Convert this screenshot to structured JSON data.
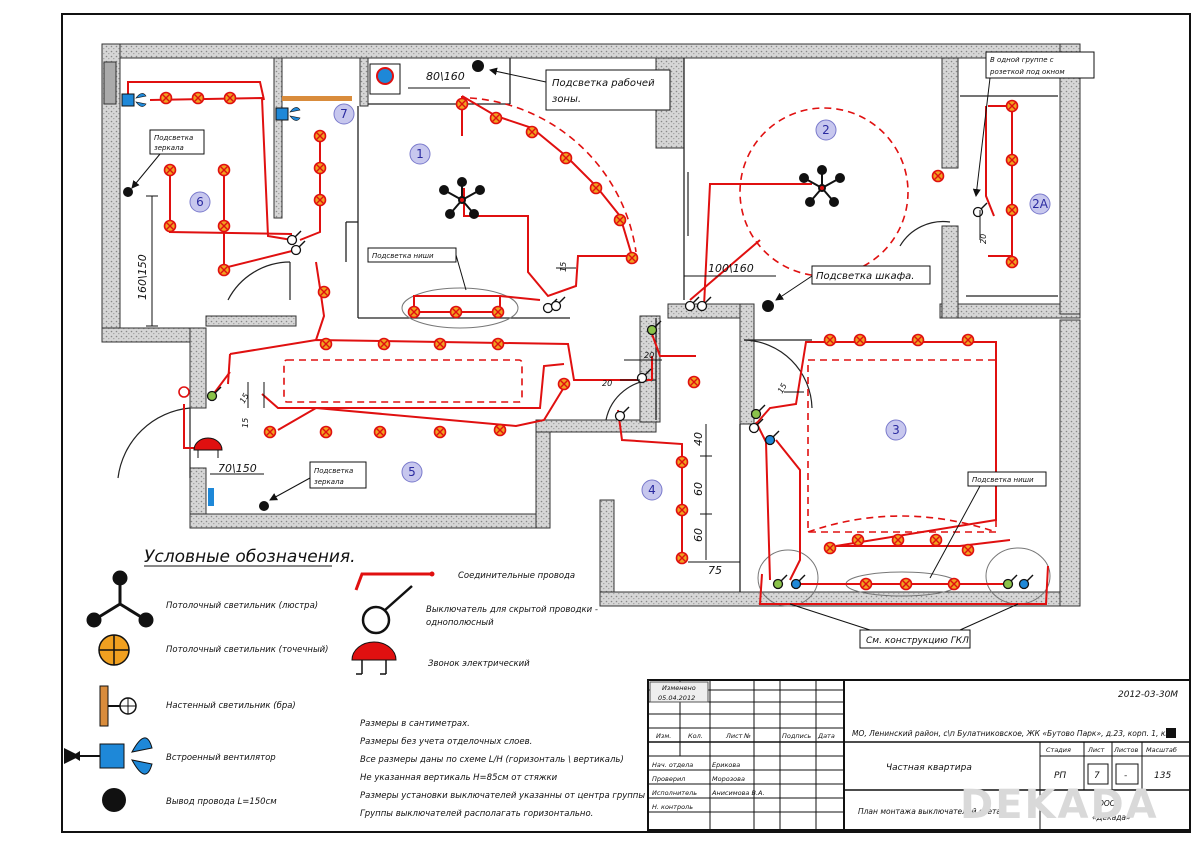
{
  "rooms": [
    "1",
    "2",
    "2А",
    "3",
    "4",
    "5",
    "6",
    "7"
  ],
  "callouts": {
    "work_zone": [
      "Подсветка рабочей",
      "зоны."
    ],
    "mirror_6": [
      "Подсветка",
      "зеркала"
    ],
    "niche_1": "Подсветка ниши",
    "wardrobe": "Подсветка шкафа.",
    "socket_group": [
      "В одной группе с",
      "розеткой под окном"
    ],
    "mirror_5": [
      "Подсветка",
      "зеркала"
    ],
    "niche_3": "Подсветка ниши",
    "gkl": "См. конструкцию ГКЛ"
  },
  "dimensions": {
    "d_80_160": "80\\160",
    "d_160_150": "160\\150",
    "d_100_160": "100\\160",
    "d_70_150": "70\\150",
    "d_15a": "15",
    "d_15b": "15",
    "d_15c": "15",
    "d_15d": "15",
    "d_20a": "20",
    "d_20b": "20",
    "d_20c": "20",
    "d_40": "40",
    "d_60a": "60",
    "d_60b": "60",
    "d_75": "75"
  },
  "legend": {
    "title": "Условные обозначения.",
    "items": {
      "chandelier": "Потолочный светильник (люстра)",
      "spot": "Потолочный светильник (точечный)",
      "sconce": "Настенный светильник (бра)",
      "fan": "Встроенный вентилятор",
      "wire_out": "Вывод провода L=150см",
      "wires": "Соединительные провода",
      "switch": [
        "Выключатель для скрытой проводки -",
        "однополюсный"
      ],
      "bell": "Звонок электрический"
    }
  },
  "notes": [
    "Размеры в сантиметрах.",
    "Размеры без учета отделочных слоев.",
    "Все размеры даны по схеме L/H (горизонталь \\ вертикаль)",
    "Не указанная вертикаль H=85см от стяжки",
    "Размеры установки выключателей указанны от центра группы",
    "Группы выключателей располагать горизонтально."
  ],
  "title_block": {
    "stamp_changed": "Изменено",
    "stamp_date": "05.04.2012",
    "doc_code": "2012-03-30М",
    "address": "МО, Ленинский район, с\\п Булатниковское, ЖК «Бутово Парк», д.23, корп. 1, кв.",
    "col_izm": "Изм.",
    "col_kol": "Кол.",
    "col_list": "Лист",
    "col_ndoc": "№",
    "col_podpis": "Подпись",
    "col_data": "Дата",
    "role_1": "Нач. отдела",
    "name_1": "Ерикова",
    "role_2": "Проверил",
    "name_2": "Морозова",
    "role_3": "Исполнитель",
    "name_3": "Анисимова В.А.",
    "role_4": "Н. контроль",
    "project": "Частная квартира",
    "sheet_title": "План монтажа выключателей света",
    "h_stage": "Стадия",
    "h_sheet": "Лист",
    "h_sheets": "Листов",
    "h_scale": "Масштаб",
    "stage": "РП",
    "sheet": "7",
    "sheets": "-",
    "scale": "135",
    "org_1": "ООО",
    "org_2": "«Декада»"
  },
  "watermark": "DEKADA",
  "colors": {
    "wire": "#e01010",
    "spot_fill": "#f0a020",
    "bell": "#e01010",
    "fan": "#1e88d8",
    "sconce": "#d98c3c",
    "room_label": "#4040b8",
    "wall_hatch": "#c8c8c8"
  }
}
